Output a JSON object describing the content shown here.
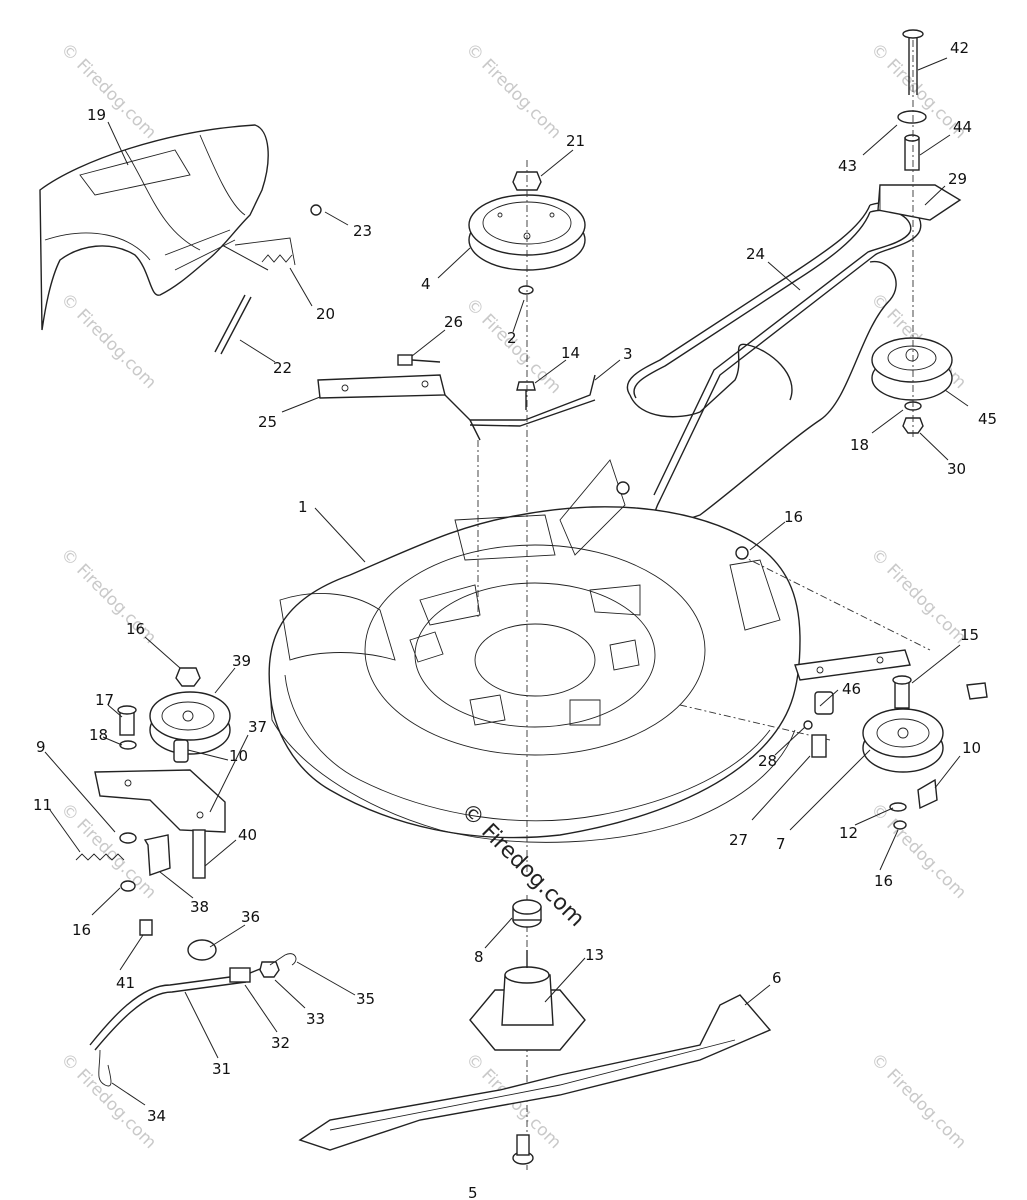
{
  "watermark": {
    "text": "© Firedog.com"
  },
  "callouts": {
    "c1": "1",
    "c2": "2",
    "c3": "3",
    "c4": "4",
    "c5": "5",
    "c6": "6",
    "c7": "7",
    "c8": "8",
    "c9": "9",
    "c10a": "10",
    "c10b": "10",
    "c11": "11",
    "c12": "12",
    "c13": "13",
    "c14": "14",
    "c15": "15",
    "c16a": "16",
    "c16b": "16",
    "c16c": "16",
    "c16d": "16",
    "c17": "17",
    "c18a": "18",
    "c18b": "18",
    "c19": "19",
    "c20": "20",
    "c21": "21",
    "c22": "22",
    "c23": "23",
    "c24": "24",
    "c25": "25",
    "c26": "26",
    "c27": "27",
    "c28": "28",
    "c29": "29",
    "c30": "30",
    "c31": "31",
    "c32": "32",
    "c33": "33",
    "c34": "34",
    "c35": "35",
    "c36": "36",
    "c37": "37",
    "c38": "38",
    "c39": "39",
    "c40": "40",
    "c41": "41",
    "c42": "42",
    "c43": "43",
    "c44": "44",
    "c45": "45",
    "c46": "46"
  }
}
